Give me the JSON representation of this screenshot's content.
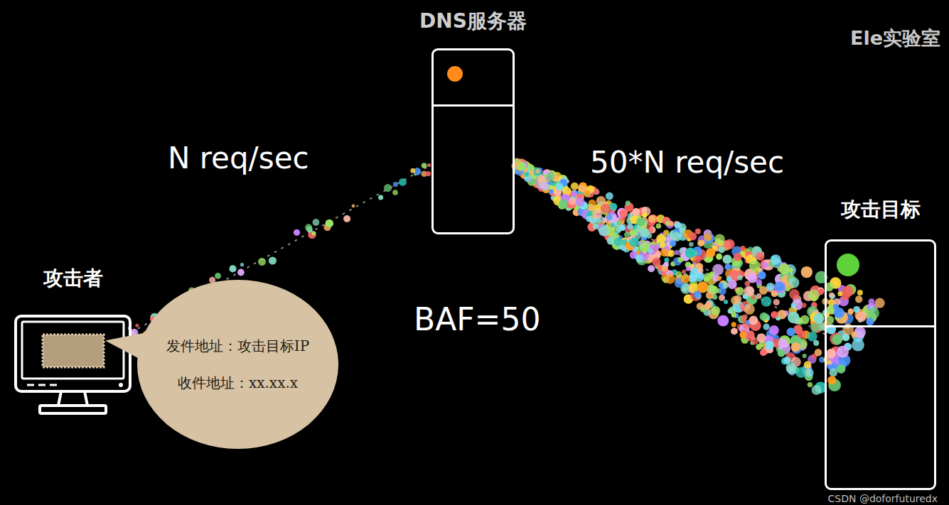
{
  "diagram": {
    "nodes": [
      {
        "text": [
          "DNS服务器"
        ]
      },
      {
        "text": [
          "攻击目标"
        ]
      },
      {
        "text": [
          "攻击者"
        ]
      },
      {
        "text": [
          "发件地址：攻击目标IP",
          "收件地址：xx.xx.x"
        ]
      }
    ],
    "edges": [
      {
        "from": 2,
        "to": 0,
        "label": "N req/sec",
        "arrow": "none"
      },
      {
        "from": 0,
        "to": 1,
        "label": "50*N req/sec",
        "arrow": "none"
      }
    ],
    "labels": [
      "BAF=50",
      "Ele实验室",
      "CSDN @doforfuturedx"
    ]
  }
}
